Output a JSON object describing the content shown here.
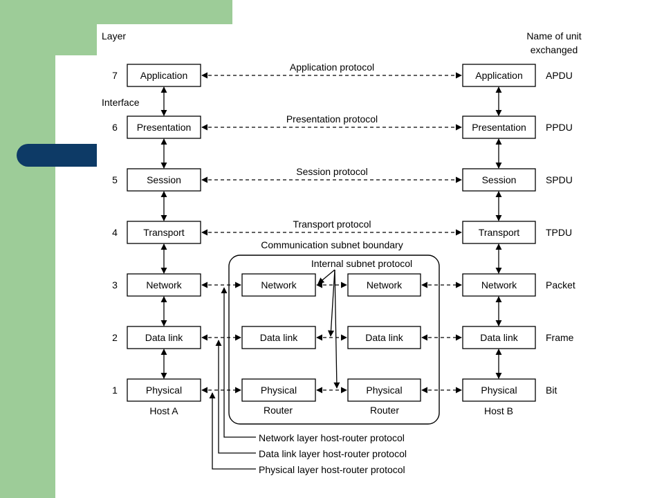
{
  "header": {
    "layer_label": "Layer",
    "unit_label_line1": "Name of unit",
    "unit_label_line2": "exchanged"
  },
  "interface_label": "Interface",
  "layers": [
    {
      "number": "7",
      "name": "Application",
      "protocol": "Application protocol",
      "unit": "APDU"
    },
    {
      "number": "6",
      "name": "Presentation",
      "protocol": "Presentation protocol",
      "unit": "PPDU"
    },
    {
      "number": "5",
      "name": "Session",
      "protocol": "Session protocol",
      "unit": "SPDU"
    },
    {
      "number": "4",
      "name": "Transport",
      "protocol": "Transport protocol",
      "unit": "TPDU"
    },
    {
      "number": "3",
      "name": "Network",
      "unit": "Packet"
    },
    {
      "number": "2",
      "name": "Data link",
      "unit": "Frame"
    },
    {
      "number": "1",
      "name": "Physical",
      "unit": "Bit"
    }
  ],
  "subnet": {
    "boundary_label": "Communication subnet boundary",
    "internal_protocol": "Internal subnet protocol",
    "router_label": "Router"
  },
  "hosts": {
    "a": "Host A",
    "b": "Host B"
  },
  "host_router_protocols": [
    "Network layer host-router protocol",
    "Data link layer host-router protocol",
    "Physical layer host-router protocol"
  ],
  "colors": {
    "green": "#9dcc98",
    "navy": "#0d3a66",
    "ink": "#000000"
  }
}
